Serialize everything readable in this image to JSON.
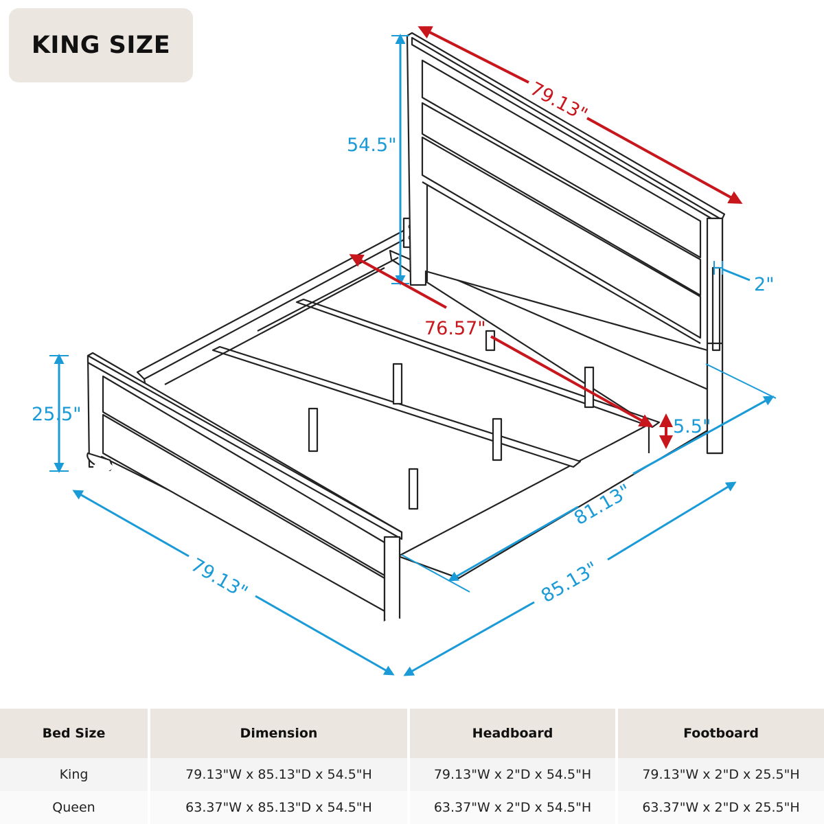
{
  "title": "KING SIZE",
  "dimensions": {
    "headboard_width": "79.13\"",
    "headboard_height": "54.5\"",
    "headboard_depth": "2\"",
    "rail_length": "76.57\"",
    "rail_height": "5.5\"",
    "footboard_height": "25.5\"",
    "footboard_width": "79.13\"",
    "side_length": "81.13\"",
    "total_length": "85.13\""
  },
  "colors": {
    "blue": "#1a9ad6",
    "red": "#c8161d",
    "badge": "#ebe6df"
  },
  "table": {
    "headers": [
      "Bed Size",
      "Dimension",
      "Headboard",
      "Footboard"
    ],
    "rows": [
      [
        "King",
        "79.13\"W x 85.13\"D x 54.5\"H",
        "79.13\"W x 2\"D x 54.5\"H",
        "79.13\"W x 2\"D x 25.5\"H"
      ],
      [
        "Queen",
        "63.37\"W x 85.13\"D x 54.5\"H",
        "63.37\"W x 2\"D x 54.5\"H",
        "63.37\"W x 2\"D x 25.5\"H"
      ]
    ]
  }
}
